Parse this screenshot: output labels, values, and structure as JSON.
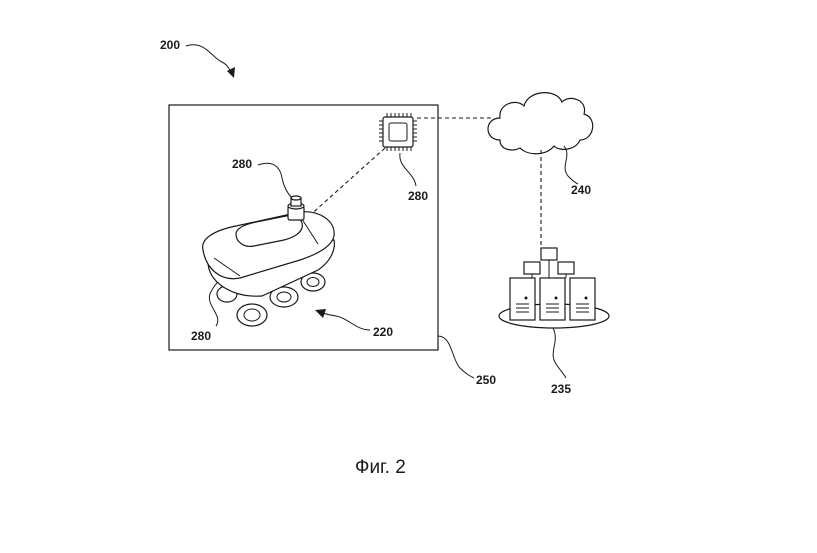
{
  "figure": {
    "caption": "Фиг. 2",
    "labels": {
      "system": "200",
      "robot": "220",
      "server": "235",
      "network": "240",
      "environment": "250",
      "sensor_top": "280",
      "sensor_chip": "280",
      "sensor_side": "280"
    }
  }
}
